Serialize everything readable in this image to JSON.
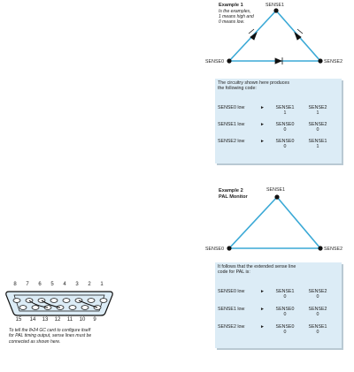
{
  "example1": {
    "title": "Example 1",
    "note": [
      "Is the examples,",
      "1 means high and",
      "0 means low."
    ],
    "nodes": {
      "top": "SENSE1",
      "left": "SENSE0",
      "right": "SENSE2"
    },
    "panel_intro": [
      "The circuitry shown here produces",
      "the following code:"
    ],
    "rows": [
      {
        "label": "SENSE0 low",
        "arrow": "►",
        "c1": [
          "SENSE1",
          "1"
        ],
        "c2": [
          "SENSE2",
          "1"
        ]
      },
      {
        "label": "SENSE1 low",
        "arrow": "►",
        "c1": [
          "SENSE0",
          "0"
        ],
        "c2": [
          "SENSE2",
          "0"
        ]
      },
      {
        "label": "SENSE2 low",
        "arrow": "►",
        "c1": [
          "SENSE0",
          "0"
        ],
        "c2": [
          "SENSE1",
          "1"
        ]
      }
    ]
  },
  "example2": {
    "title": "Example 2",
    "subtitle": "PAL Monitor",
    "nodes": {
      "top": "SENSE1",
      "left": "SENSE0",
      "right": "SENSE2"
    },
    "panel_intro": [
      "It follows that the extended sense line",
      "code for PAL is:"
    ],
    "rows": [
      {
        "label": "SENSE0 low",
        "arrow": "►",
        "c1": [
          "SENSE1",
          "0"
        ],
        "c2": [
          "SENSE2",
          "0"
        ]
      },
      {
        "label": "SENSE1 low",
        "arrow": "►",
        "c1": [
          "SENSE0",
          "0"
        ],
        "c2": [
          "SENSE2",
          "0"
        ]
      },
      {
        "label": "SENSE2 low",
        "arrow": "►",
        "c1": [
          "SENSE0",
          "0"
        ],
        "c2": [
          "SENSE1",
          "0"
        ]
      }
    ]
  },
  "connector": {
    "top_pins": [
      "8",
      "7",
      "6",
      "5",
      "4",
      "3",
      "2",
      "1"
    ],
    "bottom_pins": [
      "15",
      "14",
      "13",
      "12",
      "11",
      "10",
      "9"
    ],
    "caption": [
      "To tell the 8•24 GC card to configure itself",
      "for PAL timing output, sense lines must be",
      "connected as shown here."
    ]
  },
  "colors": {
    "line": "#3aa9d6",
    "panel": "#dcecf6",
    "node": "#111111"
  }
}
